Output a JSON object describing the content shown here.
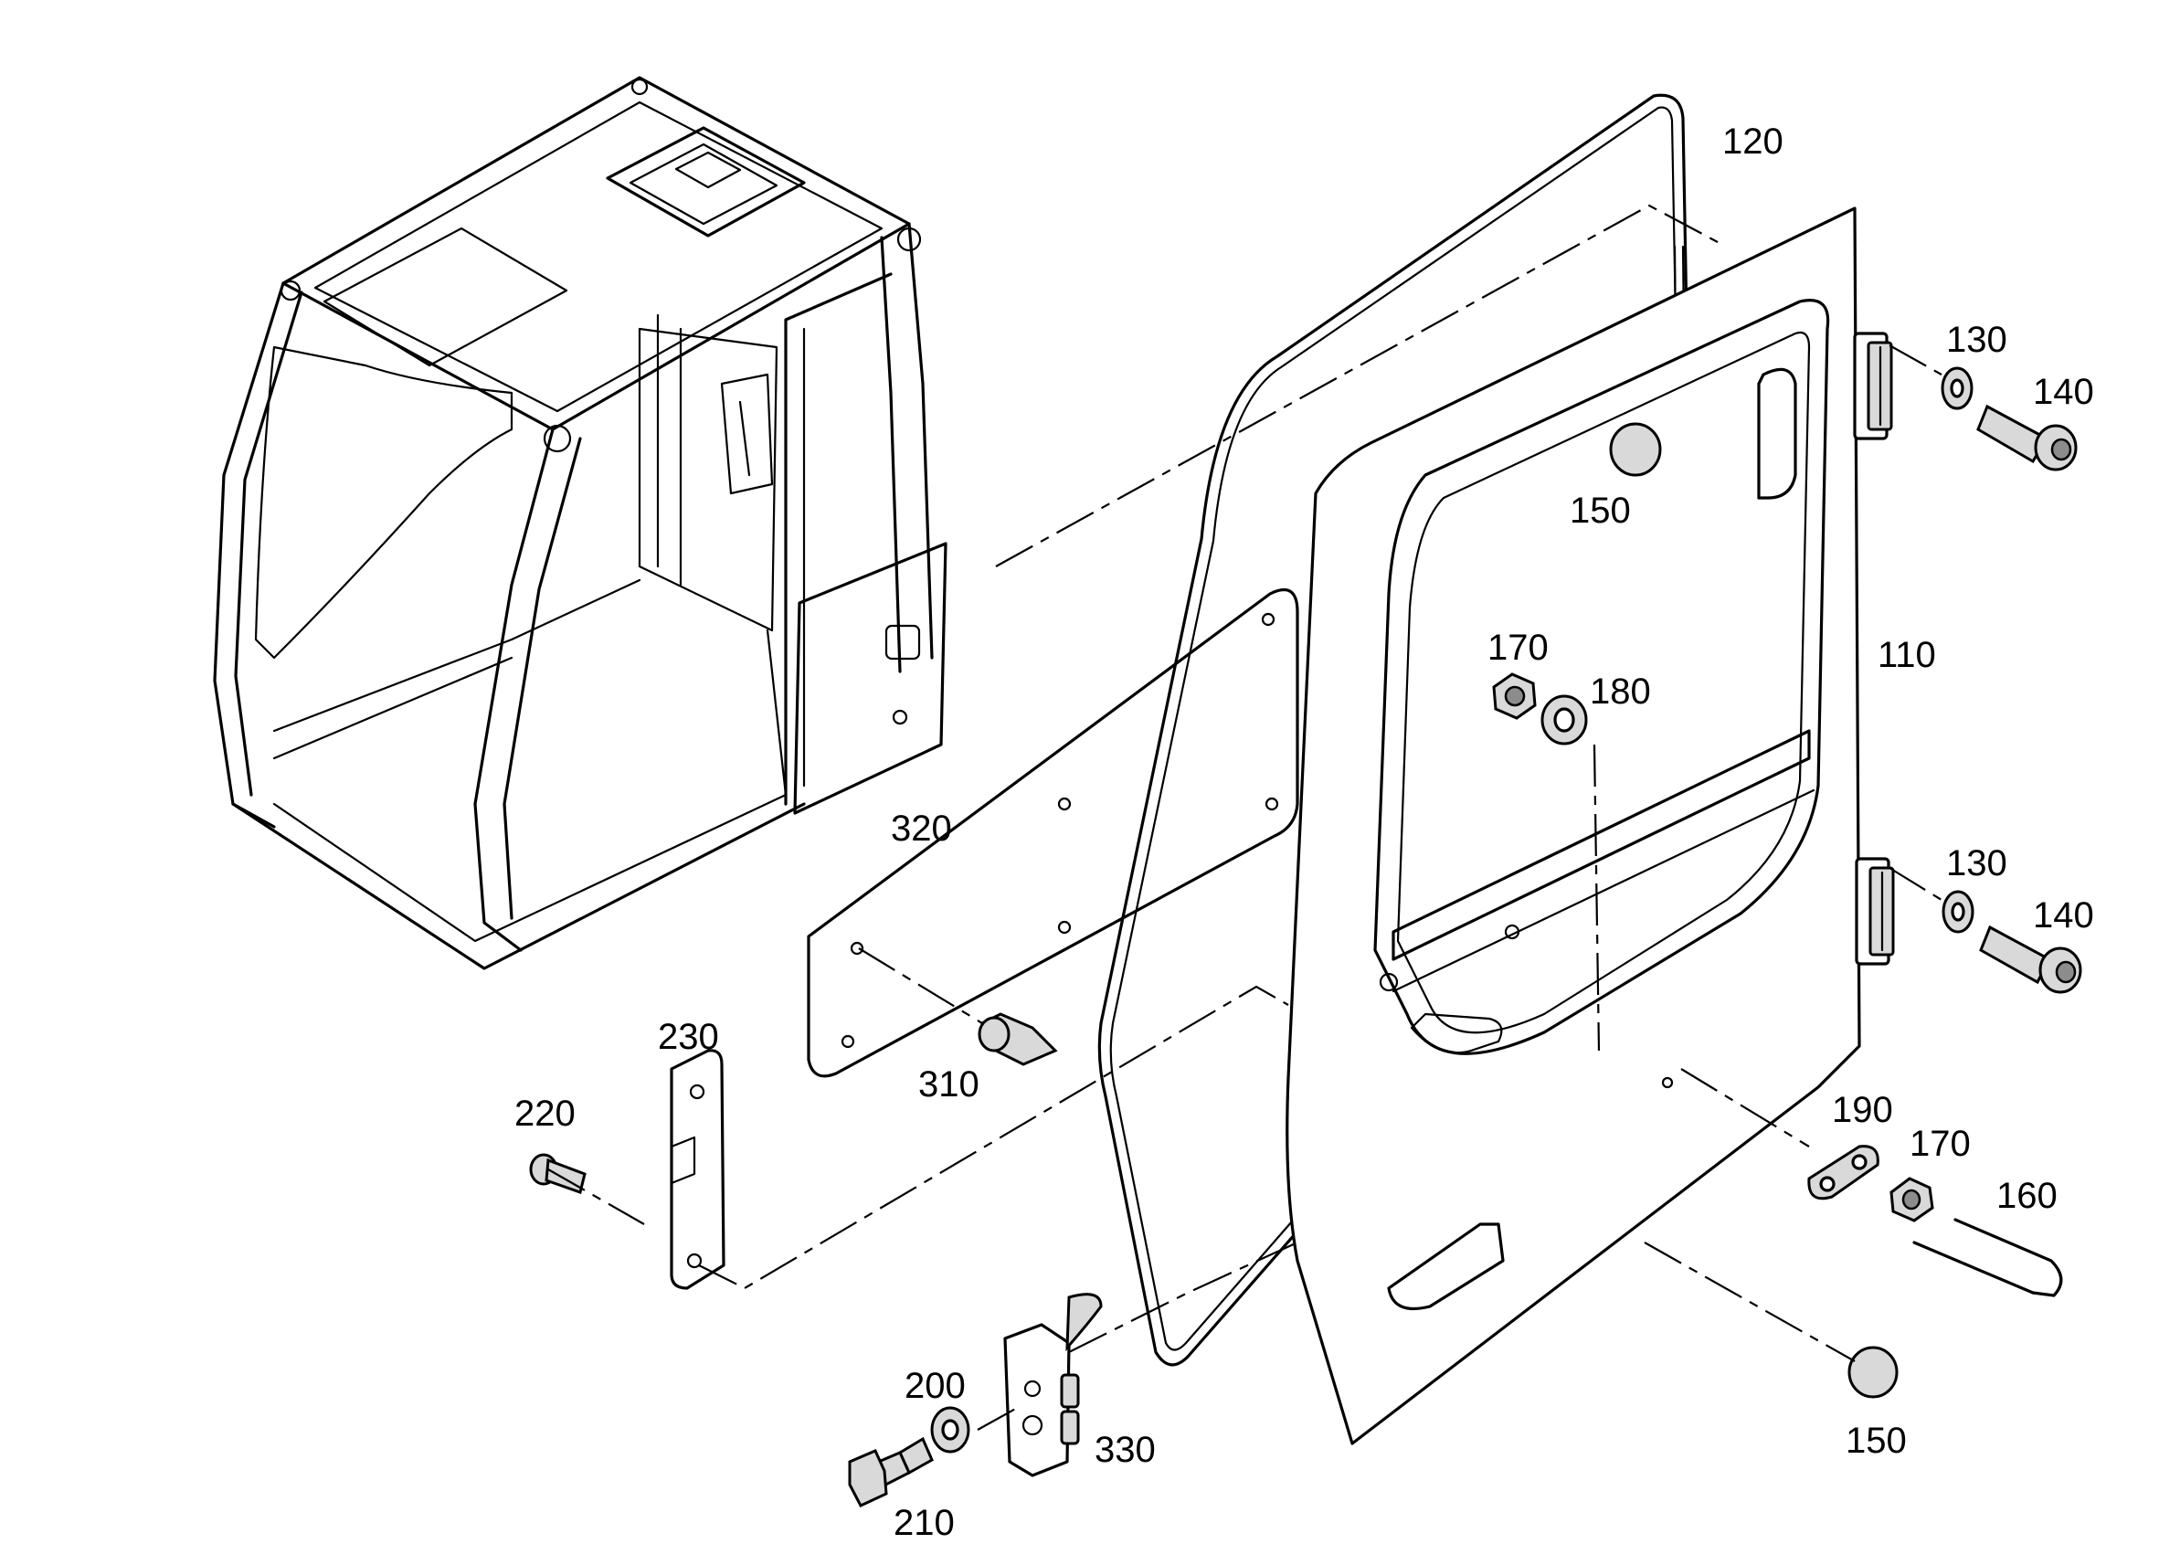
{
  "callouts": [
    {
      "id": "c120",
      "text": "120"
    },
    {
      "id": "c130a",
      "text": "130"
    },
    {
      "id": "c140a",
      "text": "140"
    },
    {
      "id": "c150a",
      "text": "150"
    },
    {
      "id": "c110",
      "text": "110"
    },
    {
      "id": "c170a",
      "text": "170"
    },
    {
      "id": "c180",
      "text": "180"
    },
    {
      "id": "c320",
      "text": "320"
    },
    {
      "id": "c130b",
      "text": "130"
    },
    {
      "id": "c140b",
      "text": "140"
    },
    {
      "id": "c230",
      "text": "230"
    },
    {
      "id": "c220",
      "text": "220"
    },
    {
      "id": "c310",
      "text": "310"
    },
    {
      "id": "c190",
      "text": "190"
    },
    {
      "id": "c170b",
      "text": "170"
    },
    {
      "id": "c160",
      "text": "160"
    },
    {
      "id": "c200",
      "text": "200"
    },
    {
      "id": "c330",
      "text": "330"
    },
    {
      "id": "c210",
      "text": "210"
    },
    {
      "id": "c150b",
      "text": "150"
    }
  ]
}
